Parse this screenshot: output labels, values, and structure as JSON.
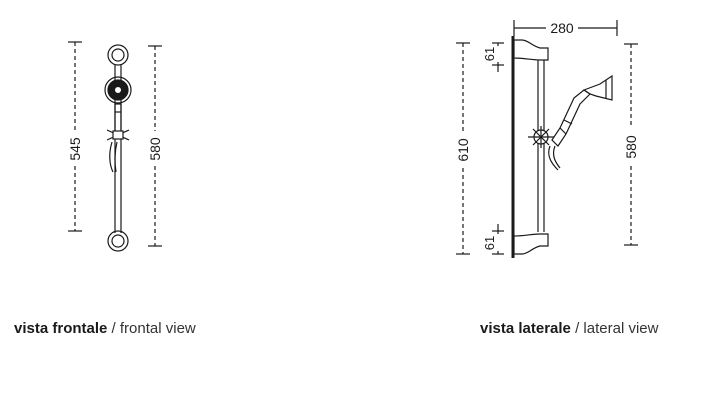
{
  "front_view": {
    "dims": {
      "holder_height": "545",
      "rail_height": "580"
    },
    "caption": {
      "it": "vista frontale",
      "sep": "/",
      "en": "frontal view"
    }
  },
  "side_view": {
    "dims": {
      "depth": "280",
      "total_height": "610",
      "rail_height": "580",
      "top_offset": "61",
      "bottom_offset": "61"
    },
    "caption": {
      "it": "vista laterale",
      "sep": "/",
      "en": "lateral view"
    }
  }
}
